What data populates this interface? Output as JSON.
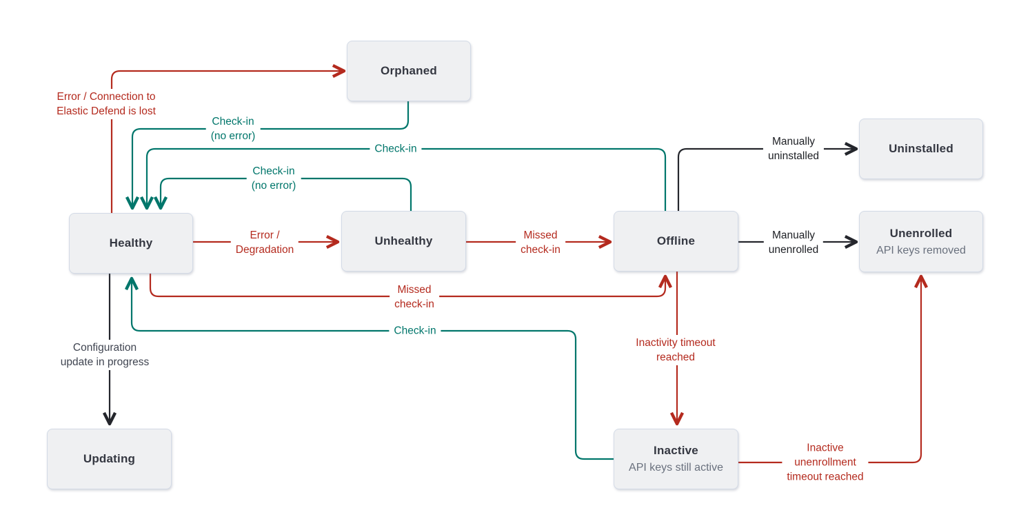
{
  "diagram": {
    "type": "state-transition-diagram",
    "subject": "Elastic Agent status states"
  },
  "colors": {
    "transition_error": "#B42A1E",
    "transition_checkin": "#00766B",
    "transition_manual": "#1D1F24",
    "box_fill": "#EFF0F2",
    "box_border": "#D3DAE6",
    "state_title": "#343741",
    "state_subtitle": "#69707D",
    "background": "#FFFFFF"
  },
  "states": [
    {
      "id": "orphaned",
      "label": "Orphaned"
    },
    {
      "id": "healthy",
      "label": "Healthy"
    },
    {
      "id": "unhealthy",
      "label": "Unhealthy"
    },
    {
      "id": "offline",
      "label": "Offline"
    },
    {
      "id": "uninstalled",
      "label": "Uninstalled"
    },
    {
      "id": "unenrolled",
      "label": "Unenrolled",
      "sublabel": "API keys removed"
    },
    {
      "id": "updating",
      "label": "Updating"
    },
    {
      "id": "inactive",
      "label": "Inactive",
      "sublabel": "API keys still active"
    }
  ],
  "transitions": [
    {
      "from": "healthy",
      "to": "orphaned",
      "label": "Error / Connection to\nElastic Defend is lost",
      "color": "#B42A1E"
    },
    {
      "from": "orphaned",
      "to": "healthy",
      "label": "Check-in\n(no error)",
      "color": "#00766B"
    },
    {
      "from": "offline",
      "to": "healthy",
      "label": "Check-in",
      "color": "#00766B"
    },
    {
      "from": "unhealthy",
      "to": "healthy",
      "label": "Check-in\n(no error)",
      "color": "#00766B"
    },
    {
      "from": "healthy",
      "to": "unhealthy",
      "label": "Error /\nDegradation",
      "color": "#B42A1E"
    },
    {
      "from": "unhealthy",
      "to": "offline",
      "label": "Missed\ncheck-in",
      "color": "#B42A1E"
    },
    {
      "from": "offline",
      "to": "uninstalled",
      "label": "Manually\nuninstalled",
      "color": "#1D1F24"
    },
    {
      "from": "offline",
      "to": "unenrolled",
      "label": "Manually\nunenrolled",
      "color": "#1D1F24"
    },
    {
      "from": "healthy",
      "to": "offline",
      "label": "Missed\ncheck-in",
      "color": "#B42A1E"
    },
    {
      "from": "inactive",
      "to": "healthy",
      "label": "Check-in",
      "color": "#00766B"
    },
    {
      "from": "healthy",
      "to": "updating",
      "label": "Configuration\nupdate in progress",
      "color": "#3F4450"
    },
    {
      "from": "offline",
      "to": "inactive",
      "label": "Inactivity timeout\nreached",
      "color": "#B42A1E"
    },
    {
      "from": "inactive",
      "to": "unenrolled",
      "label": "Inactive\nunenrollment\ntimeout reached",
      "color": "#B42A1E"
    }
  ]
}
